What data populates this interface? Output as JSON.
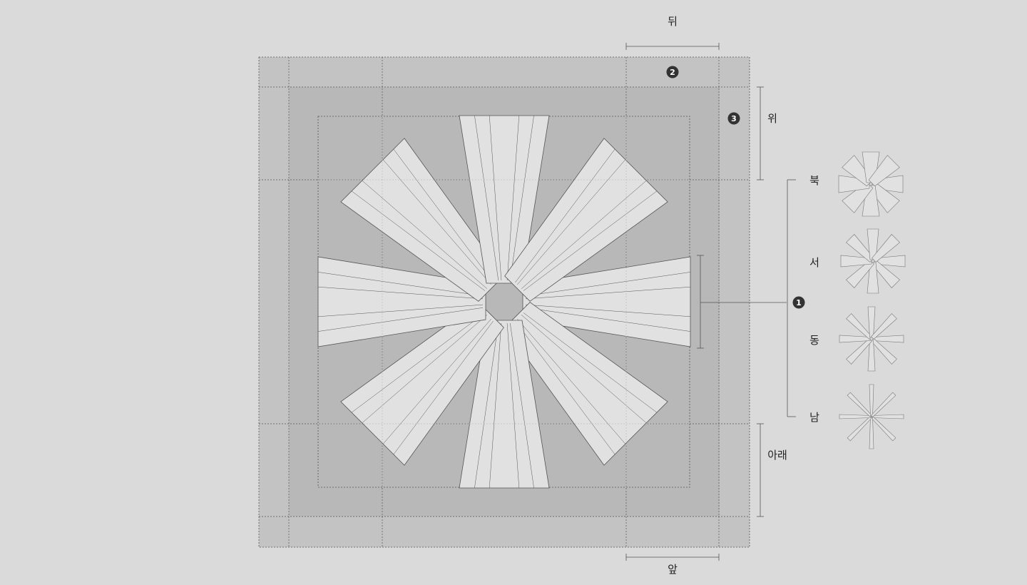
{
  "labels": {
    "back": "뒤",
    "front": "앞",
    "top": "위",
    "bottom": "아래",
    "north": "북",
    "west": "서",
    "east": "동",
    "south": "남"
  },
  "markers": {
    "one": "1",
    "two": "2",
    "three": "3"
  },
  "colors": {
    "background": "#dadada",
    "outer_square": "#c3c3c3",
    "middle_square": "#b8b8b8",
    "star_fill": "#e1e1e1",
    "marker": "#333333",
    "line": "#555555"
  }
}
